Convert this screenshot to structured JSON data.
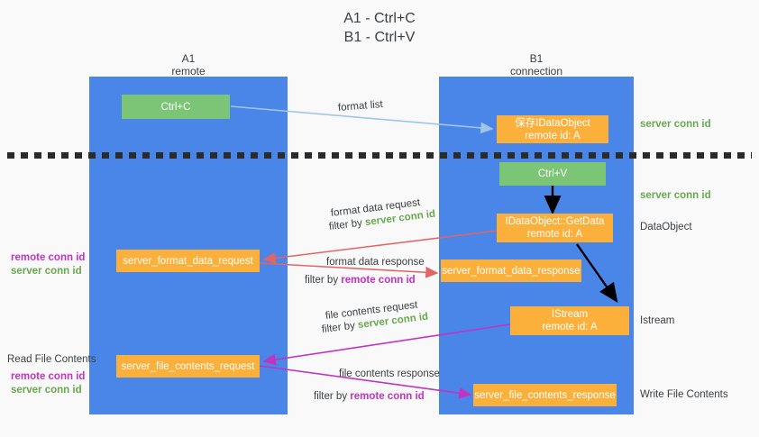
{
  "title": {
    "line1": "A1 - Ctrl+C",
    "line2": "B1 - Ctrl+V"
  },
  "columns": [
    {
      "name": "A1",
      "sub": "remote"
    },
    {
      "name": "B1",
      "sub": "connection"
    }
  ],
  "nodes": {
    "ctrl_c": {
      "line1": "Ctrl+C"
    },
    "save_dataobject": {
      "line1": "保存IDataObject",
      "line2": "remote id: A"
    },
    "ctrl_v": {
      "line1": "Ctrl+V"
    },
    "getdata": {
      "line1": "IDataObject::GetData",
      "line2": "remote id: A"
    },
    "server_format_data_request": {
      "line1": "server_format_data_request"
    },
    "server_format_data_response": {
      "line1": "server_format_data_response"
    },
    "istream": {
      "line1": "IStream",
      "line2": "remote id: A"
    },
    "server_file_contents_request": {
      "line1": "server_file_contents_request"
    },
    "server_file_contents_response": {
      "line1": "server_file_contents_response"
    }
  },
  "edge_labels": {
    "format_list": "format list",
    "format_data_request": "format data request",
    "format_data_request_filter_prefix": "filter by ",
    "format_data_request_filter_value": "server conn id",
    "format_data_response": "format data response",
    "format_data_response_filter_prefix": "filter by ",
    "format_data_response_filter_value": "remote conn id",
    "file_contents_request": "file contents request",
    "file_contents_request_filter_prefix": "filter by ",
    "file_contents_request_filter_value": "server conn id",
    "file_contents_response": "file contents response",
    "file_contents_response_filter_prefix": "filter by ",
    "file_contents_response_filter_value": "remote conn id"
  },
  "right_notes": {
    "server_conn_id_top": "server conn id",
    "server_conn_id_mid": "server conn id",
    "dataobject": "DataObject",
    "istream": "Istream",
    "write_file_contents": "Write File Contents"
  },
  "left_notes": {
    "remote_conn_id_1": "remote conn id",
    "server_conn_id_1": "server conn id",
    "read_file_contents": "Read File Contents",
    "remote_conn_id_2": "remote conn id",
    "server_conn_id_2": "server conn id"
  },
  "colors": {
    "background": "#f9f9f9",
    "lane": "#4a86e8",
    "green_node": "#7cc576",
    "orange_node": "#fbb03b",
    "green_text": "#6aa84f",
    "purple_text": "#c133c1",
    "light_blue_arrow": "#9fc5e8",
    "red_arrow": "#e06666",
    "magenta_arrow": "#c133c1",
    "black_arrow": "#000000",
    "text": "#3c4043"
  }
}
